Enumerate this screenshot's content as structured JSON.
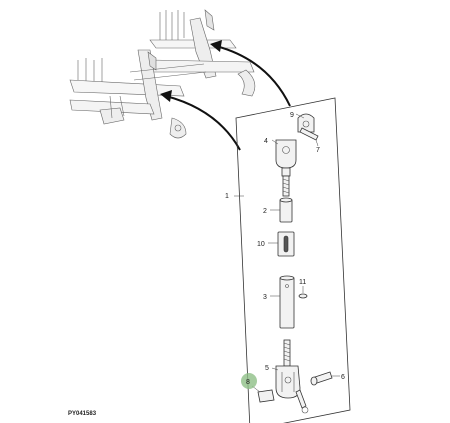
{
  "diagram": {
    "figure_code": "PY041583",
    "callouts": [
      {
        "id": "c9",
        "text": "9"
      },
      {
        "id": "c7",
        "text": "7"
      },
      {
        "id": "c4",
        "text": "4"
      },
      {
        "id": "c1",
        "text": "1"
      },
      {
        "id": "c2",
        "text": "2"
      },
      {
        "id": "c10",
        "text": "10"
      },
      {
        "id": "c11",
        "text": "11"
      },
      {
        "id": "c3",
        "text": "3"
      },
      {
        "id": "c5",
        "text": "5"
      },
      {
        "id": "c6",
        "text": "6"
      },
      {
        "id": "c8",
        "text": "8"
      }
    ],
    "colors": {
      "line": "#333333",
      "arrow": "#111111",
      "highlight": "#8fbf87"
    }
  }
}
